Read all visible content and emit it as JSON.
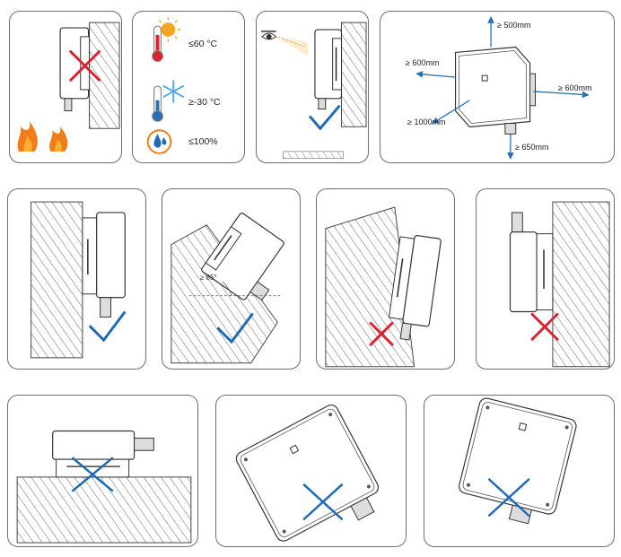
{
  "environment": {
    "max_temp": "≤60 °C",
    "min_temp": "≥-30 °C",
    "humidity": "≤100%"
  },
  "clearance": {
    "top": "≥ 500mm",
    "left": "≥ 600mm",
    "right": "≥ 600mm",
    "front": "≥ 1000mm",
    "bottom": "≥ 650mm"
  },
  "tilt": {
    "angle": "≥ 85°"
  },
  "colors": {
    "ok": "#1e6ab4",
    "not_ok": "#d9232e",
    "border": "#6e6e6e",
    "arrow": "#2a6fb0"
  }
}
